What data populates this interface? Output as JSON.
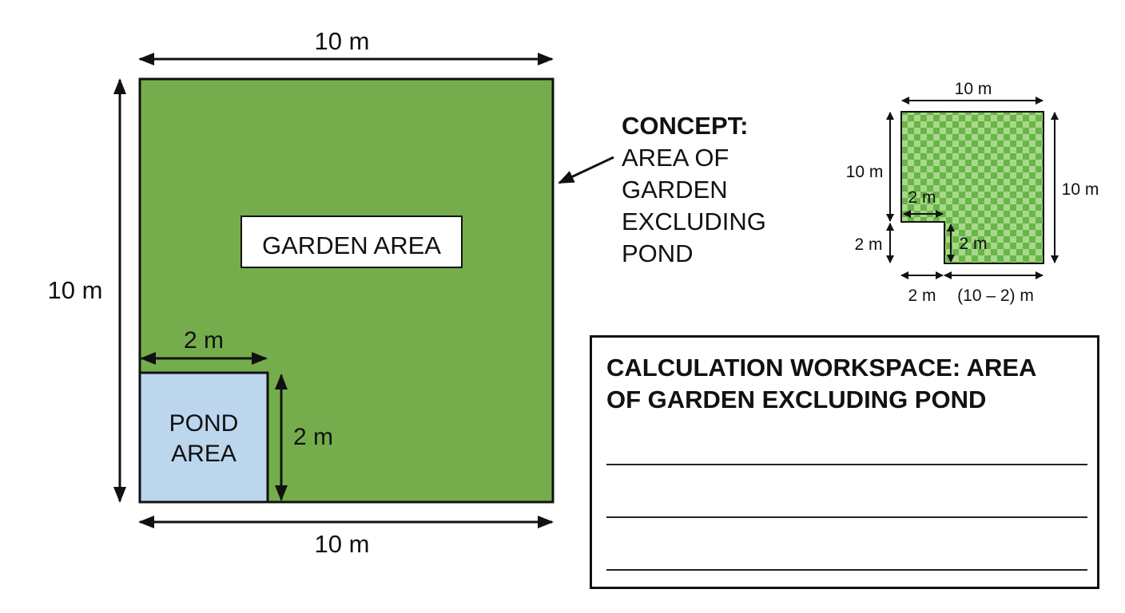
{
  "colors": {
    "garden": "#75ad4c",
    "pond": "#bcd6ee",
    "outline": "#111111",
    "checker_light": "#a8d88a",
    "checker_dark": "#69b548"
  },
  "main": {
    "top_width": "10 m",
    "left_height": "10 m",
    "bottom_width": "10 m",
    "garden_label": "GARDEN AREA",
    "pond_label_line1": "POND",
    "pond_label_line2": "AREA",
    "pond_width": "2 m",
    "pond_height": "2 m"
  },
  "concept": {
    "title": "CONCEPT:",
    "lines": [
      "AREA OF",
      "GARDEN",
      "EXCLUDING",
      "POND"
    ]
  },
  "small": {
    "top_width": "10 m",
    "left_height": "10 m",
    "right_height": "10 m",
    "notch_width": "2 m",
    "notch_height": "2 m",
    "bottom_left_height": "2 m",
    "bottom_left_width": "2 m",
    "bottom_right_width": "(10 – 2) m"
  },
  "workspace": {
    "title_line1": "CALCULATION WORKSPACE: AREA",
    "title_line2": "OF GARDEN EXCLUDING POND"
  }
}
